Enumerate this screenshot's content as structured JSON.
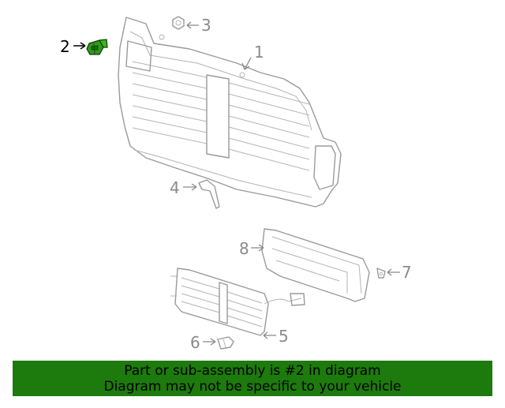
{
  "diagram": {
    "callouts": {
      "c1": "1",
      "c2": "2",
      "c3": "3",
      "c4": "4",
      "c5": "5",
      "c6": "6",
      "c7": "7",
      "c8": "8"
    },
    "highlight_callout": "2",
    "highlight_color": "#2f9a1a"
  },
  "banner": {
    "line1": "Part or sub-assembly is #2 in diagram",
    "line2": "Diagram may not be specific to your vehicle",
    "background": "#1d7a0c"
  }
}
